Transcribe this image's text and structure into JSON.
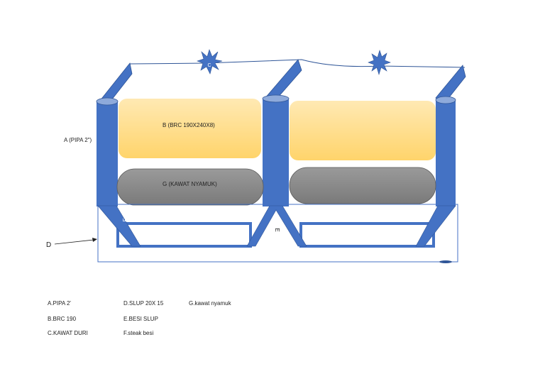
{
  "diagram": {
    "label_a": "A (PIPA 2\")",
    "label_b": "B (BRC 190X240X8)",
    "label_c": "C",
    "label_d": "D",
    "label_e": "E",
    "label_f": "F",
    "label_g": "G (KAWAT NYAMUK)"
  },
  "legend": {
    "a": "A.PIPA 2'",
    "b": "B.BRC 190",
    "c": "C.KAWAT DURI",
    "d": "D.SLUP 20X 15",
    "e": "E.BESI SLUP",
    "f": "F.steak besi",
    "g": "G.kawat nyamuk"
  },
  "colors": {
    "pipe": "#4472c4",
    "pipe_edge": "#2f5597",
    "brc_top": "#ffe6a8",
    "brc_bottom": "#ffd570",
    "mesh": "#8c8c8c",
    "frame": "#4472c4"
  }
}
